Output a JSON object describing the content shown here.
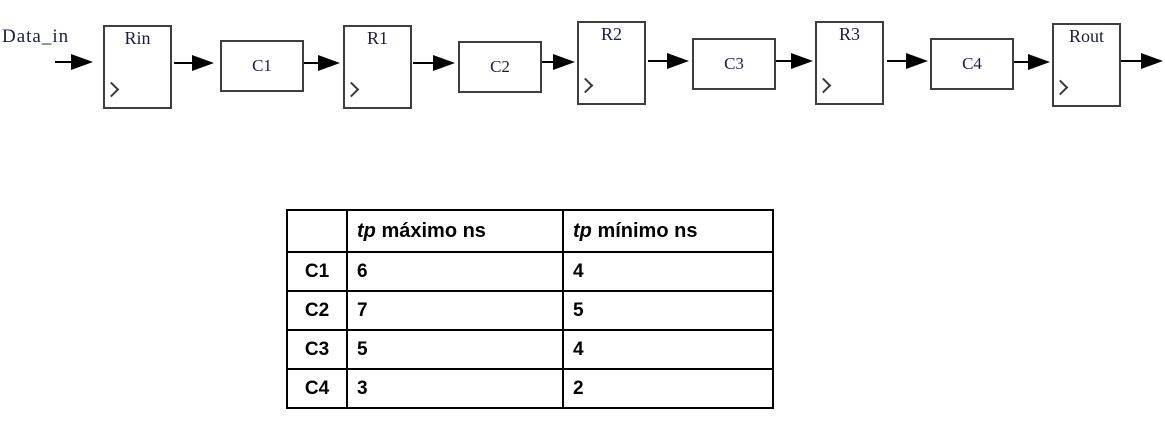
{
  "diagram": {
    "input_label": "Data_in",
    "registers": [
      {
        "label": "Rin"
      },
      {
        "label": "R1"
      },
      {
        "label": "R2"
      },
      {
        "label": "R3"
      },
      {
        "label": "Rout"
      }
    ],
    "combos": [
      {
        "label": "C1"
      },
      {
        "label": "C2"
      },
      {
        "label": "C3"
      },
      {
        "label": "C4"
      }
    ]
  },
  "table": {
    "columns": [
      {
        "prefix": "",
        "rest": ""
      },
      {
        "prefix": "tp",
        "rest": " máximo ns"
      },
      {
        "prefix": "tp",
        "rest": " mínimo ns"
      }
    ],
    "rows": [
      {
        "label": "C1",
        "max": "6",
        "min": "4"
      },
      {
        "label": "C2",
        "max": "7",
        "min": "5"
      },
      {
        "label": "C3",
        "max": "5",
        "min": "4"
      },
      {
        "label": "C4",
        "max": "3",
        "min": "2"
      }
    ]
  },
  "colors": {
    "box_border": "#3f3f3f",
    "table_border": "#000000",
    "arrow": "#000000",
    "label_text": "#1c1c46"
  }
}
